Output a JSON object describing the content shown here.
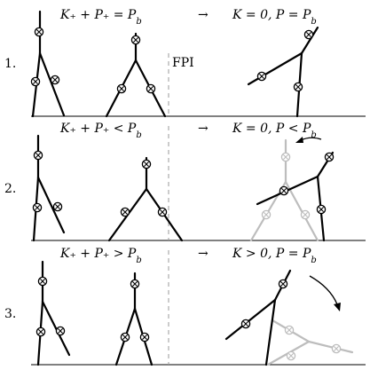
{
  "rows": [
    {
      "number": "1.",
      "equations": [
        {
          "text": "K₊ + P₊ = P",
          "sub": "b"
        },
        {
          "text": "→"
        },
        {
          "text": "K = 0, P = P",
          "sub": "b"
        }
      ],
      "fpi_label": "FPI"
    },
    {
      "number": "2.",
      "equations": [
        {
          "text": "K₊ + P₊ < P",
          "sub": "b"
        },
        {
          "text": "→"
        },
        {
          "text": "K = 0, P < P",
          "sub": "b"
        }
      ]
    },
    {
      "number": "3.",
      "equations": [
        {
          "text": "K₊ + P₊ > P",
          "sub": "b"
        },
        {
          "text": "→"
        },
        {
          "text": "K > 0, P = P",
          "sub": "b"
        }
      ]
    }
  ],
  "colors": {
    "ink": "#000000",
    "ghost": "#bdbdbd",
    "fpi_line": "#9a9a9a"
  }
}
